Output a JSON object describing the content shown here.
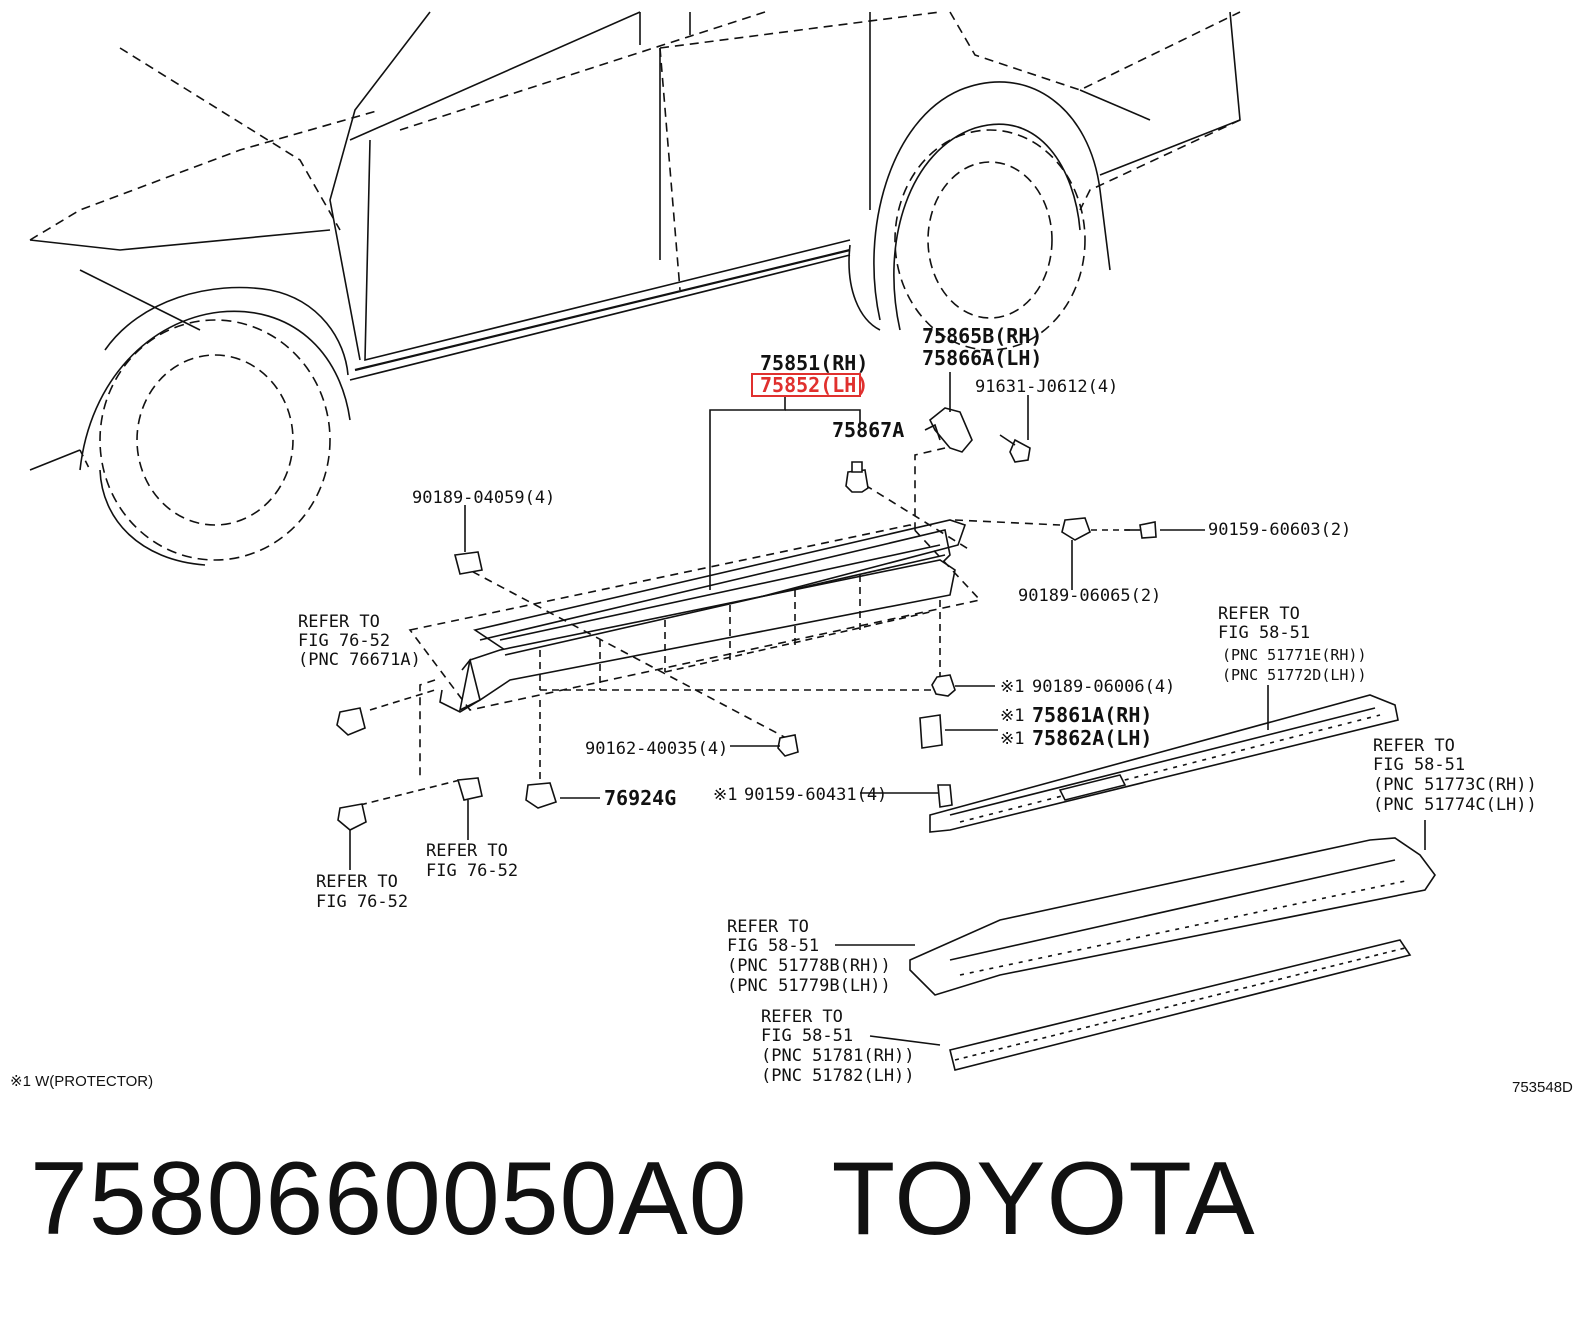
{
  "callouts": {
    "rh_851": "75851(RH)",
    "lh_852": "75852(LH)",
    "p_75867a": "75867A",
    "p_75865b": "75865B(RH)",
    "p_75866a": "75866A(LH)",
    "p_91631": "91631-J0612(4)",
    "p_90189_04059": "90189-04059(4)",
    "p_90159_60603": "90159-60603(2)",
    "p_90189_06065": "90189-06065(2)",
    "refer_76_52_a": [
      "REFER TO",
      "FIG 76-52",
      "(PNC 76671A)"
    ],
    "p_90189_06006": "90189-06006(4)",
    "p_75861a": "75861A(RH)",
    "p_75862a": "75862A(LH)",
    "p_90162_40035": "90162-40035(4)",
    "p_76924g": "76924G",
    "p_90159_60431": "90159-60431(4)",
    "refer_58_51_a": [
      "REFER TO",
      "FIG 58-51",
      "(PNC 51771E(RH))",
      "(PNC 51772D(LH))"
    ],
    "refer_58_51_b": [
      "REFER TO",
      "FIG 58-51",
      "(PNC 51773C(RH))",
      "(PNC 51774C(LH))"
    ],
    "refer_76_52_b": [
      "REFER TO",
      "FIG 76-52"
    ],
    "refer_76_52_c": [
      "REFER TO",
      "FIG 76-52"
    ],
    "refer_58_51_c": [
      "REFER TO",
      "FIG 58-51",
      "(PNC 51778B(RH))",
      "(PNC 51779B(LH))"
    ],
    "refer_58_51_d": [
      "REFER TO",
      "FIG 58-51",
      "(PNC 51781(RH))",
      "(PNC 51782(LH))"
    ],
    "mark": "※1"
  },
  "footnote": "※1 W(PROTECTOR)",
  "figure_code": "753548D",
  "part_number": "7580660050A0",
  "brand": "TOYOTA",
  "highlight_color": "#e0302e"
}
